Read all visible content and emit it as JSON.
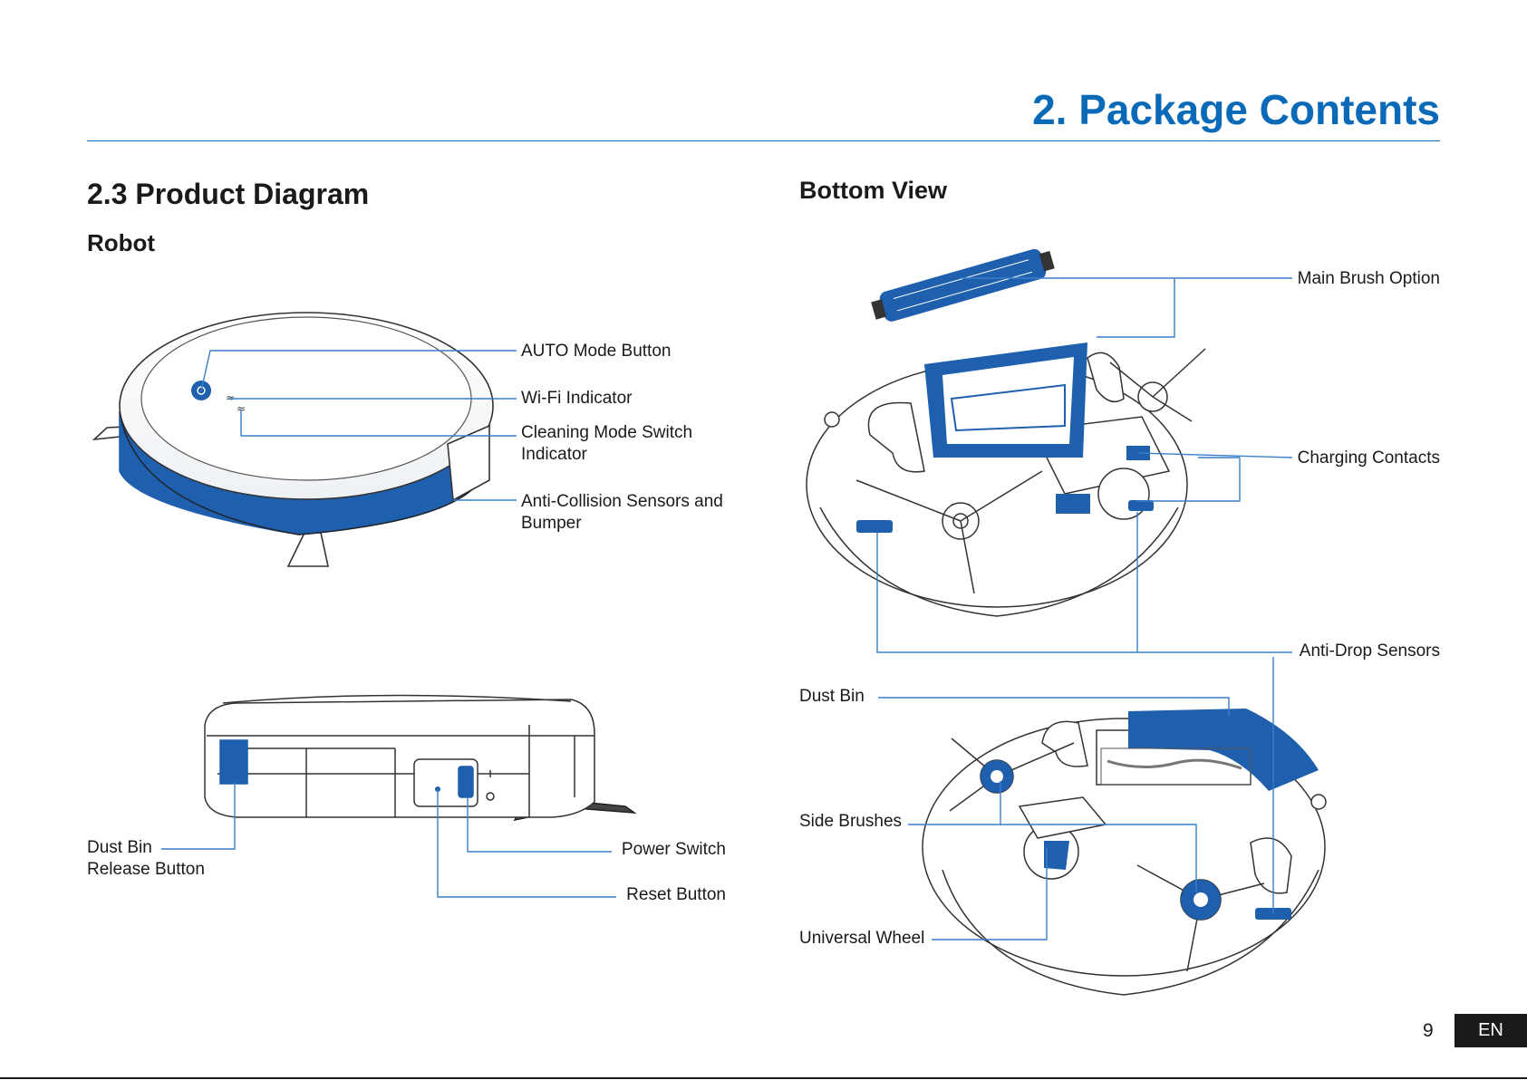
{
  "header": {
    "title": "2. Package Contents"
  },
  "section": {
    "title": "2.3 Product Diagram",
    "robot_subtitle": "Robot",
    "bottom_subtitle": "Bottom View"
  },
  "robot_labels": {
    "auto_mode": "AUTO Mode Button",
    "wifi": "Wi-Fi Indicator",
    "cleaning_mode_line1": "Cleaning Mode Switch",
    "cleaning_mode_line2": "Indicator",
    "anti_collision_line1": "Anti-Collision Sensors and",
    "anti_collision_line2": "Bumper",
    "dust_bin_release_line1": "Dust Bin",
    "dust_bin_release_line2": "Release Button",
    "power_switch": "Power Switch",
    "reset_button": "Reset Button"
  },
  "bottom_labels": {
    "main_brush": "Main Brush Option",
    "charging_contacts": "Charging Contacts",
    "anti_drop": "Anti-Drop Sensors",
    "dust_bin": "Dust Bin",
    "side_brushes": "Side Brushes",
    "universal_wheel": "Universal Wheel"
  },
  "footer": {
    "page_number": "9",
    "language": "EN"
  },
  "colors": {
    "accent": "#0a6ab7",
    "highlight": "#1e5fae",
    "line": "#3a7fc8"
  }
}
